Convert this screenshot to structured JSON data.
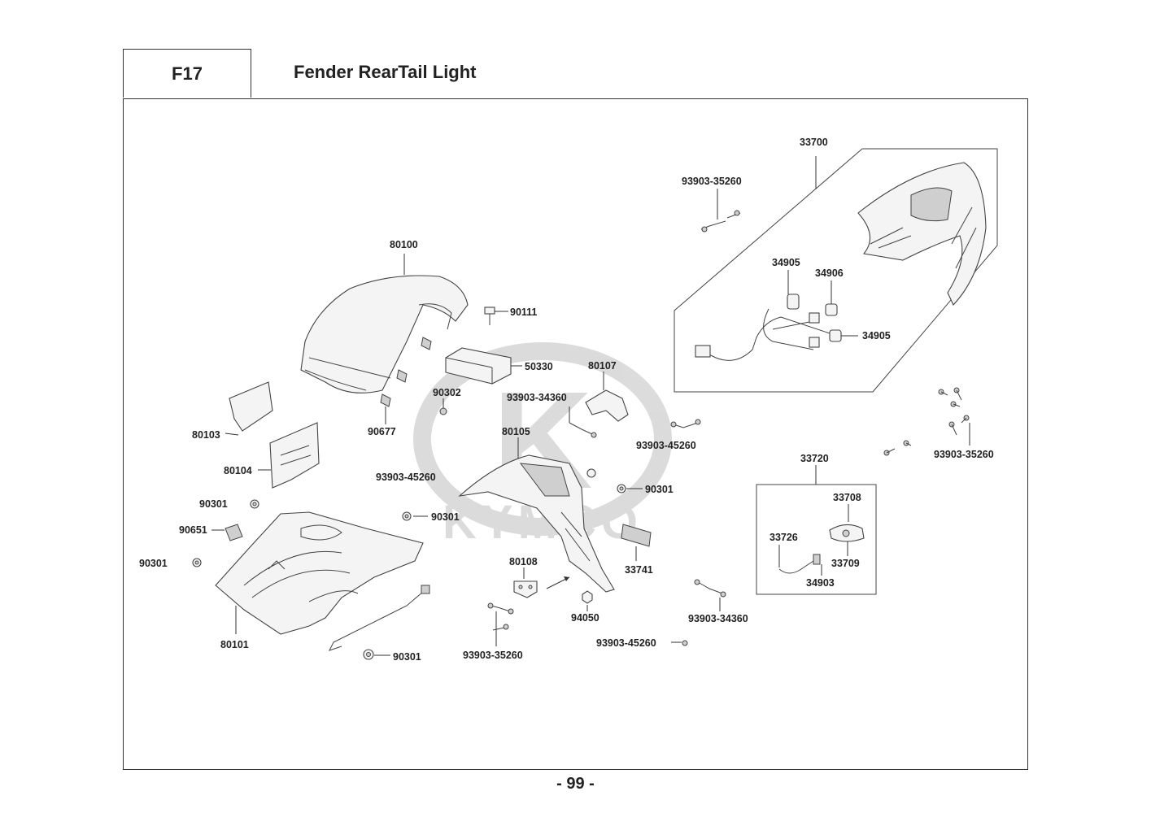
{
  "header": {
    "section_code": "F17",
    "title": "Fender RearTail Light"
  },
  "watermark": {
    "text": "KYMCO",
    "letter": "K"
  },
  "labels": {
    "p33700": "33700",
    "p93903_35260_a": "93903-35260",
    "p34905_a": "34905",
    "p34906": "34906",
    "p34905_b": "34905",
    "p80100": "80100",
    "p90111": "90111",
    "p50330": "50330",
    "p80107": "80107",
    "p90302": "90302",
    "p93903_34360_a": "93903-34360",
    "p90677": "90677",
    "p80105": "80105",
    "p80103": "80103",
    "p93903_45260_a": "93903-45260",
    "p93903_35260_b": "93903-35260",
    "p80104": "80104",
    "p93903_45260_b": "93903-45260",
    "p33720": "33720",
    "p90301_a": "90301",
    "p90301_b": "90301",
    "p33708": "33708",
    "p90301_c": "90301",
    "p90651": "90651",
    "p33726": "33726",
    "p33741": "33741",
    "p33709": "33709",
    "p90301_d": "90301",
    "p80108": "80108",
    "p34903": "34903",
    "p94050": "94050",
    "p93903_34360_b": "93903-34360",
    "p80101": "80101",
    "p93903_45260_c": "93903-45260",
    "p90301_e": "90301",
    "p93903_35260_c": "93903-35260"
  },
  "footer": {
    "page_number": "- 99 -"
  }
}
